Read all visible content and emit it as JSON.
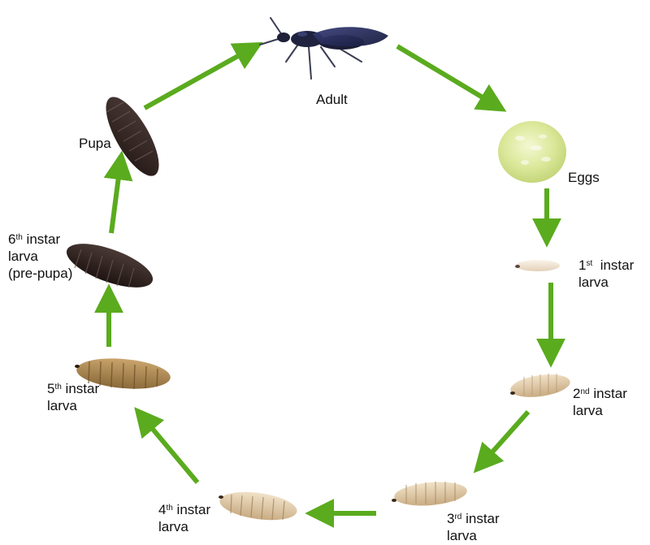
{
  "diagram": {
    "stages": [
      {
        "id": "adult",
        "label": "Adult"
      },
      {
        "id": "eggs",
        "label": "Eggs"
      },
      {
        "id": "l1",
        "ord_num": "1",
        "ord_suffix": "st",
        "line1_rest": "  instar",
        "line2": "larva"
      },
      {
        "id": "l2",
        "ord_num": "2",
        "ord_suffix": "nd",
        "line1_rest": " instar",
        "line2": "larva"
      },
      {
        "id": "l3",
        "ord_num": "3",
        "ord_suffix": "rd",
        "line1_rest": " instar",
        "line2": "larva"
      },
      {
        "id": "l4",
        "ord_num": "4",
        "ord_suffix": "th",
        "line1_rest": " instar",
        "line2": "larva"
      },
      {
        "id": "l5",
        "ord_num": "5",
        "ord_suffix": "th",
        "line1_rest": " instar",
        "line2": "larva"
      },
      {
        "id": "l6",
        "ord_num": "6",
        "ord_suffix": "th",
        "line1_rest": " instar",
        "line2": "larva",
        "line3": "(pre-pupa)"
      },
      {
        "id": "pupa",
        "label": "Pupa"
      }
    ],
    "arrow_color": "#5aab1e"
  }
}
